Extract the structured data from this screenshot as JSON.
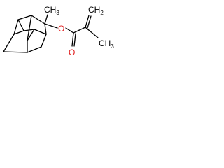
{
  "structure": {
    "labels": {
      "methyl_top": {
        "main": "CH",
        "sub": "3"
      },
      "ester_o": "O",
      "carbonyl_o": "O",
      "methylene": {
        "main": "CH",
        "sub": "2"
      },
      "methyl_right": {
        "main": "CH",
        "sub": "3"
      }
    },
    "colors": {
      "bond": "#000000",
      "oxygen": "#e02020"
    }
  }
}
